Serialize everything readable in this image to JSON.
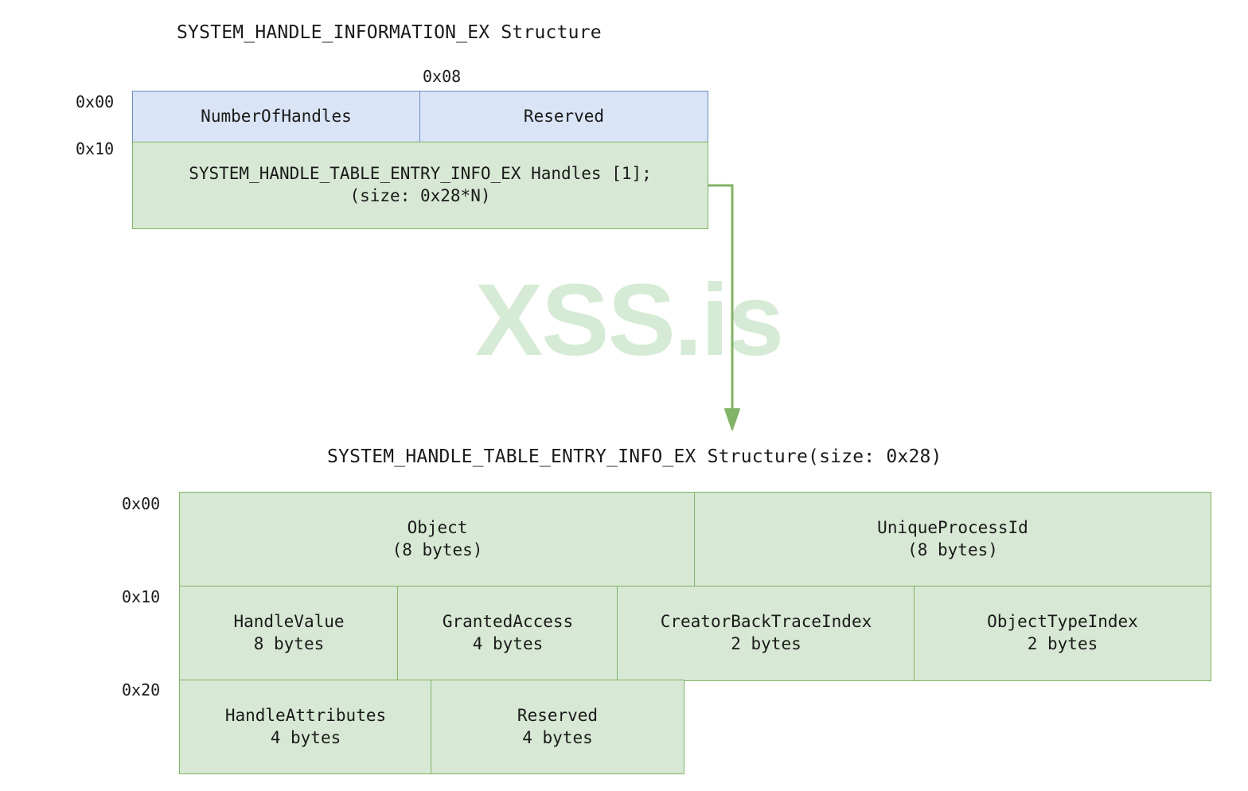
{
  "watermark": {
    "text": "XSS.is",
    "color": "#d6ebd5"
  },
  "palette": {
    "blue_fill": "#dae4f7",
    "blue_stroke": "#6c8ebf",
    "green_fill": "#d7e8d4",
    "green_stroke": "#82b366",
    "text": "#1a1a1a",
    "background": "#ffffff"
  },
  "top_struct": {
    "title": "SYSTEM_HANDLE_INFORMATION_EX Structure",
    "column_offset_label": "0x08",
    "row_offsets": [
      "0x00",
      "0x10"
    ],
    "fields": [
      {
        "name": "NumberOfHandles",
        "sub": "",
        "color": "blue"
      },
      {
        "name": "Reserved",
        "sub": "",
        "color": "blue"
      },
      {
        "name": "SYSTEM_HANDLE_TABLE_ENTRY_INFO_EX Handles [1];",
        "sub": "(size: 0x28*N)",
        "color": "green"
      }
    ]
  },
  "connector": {
    "name": "arrow-down",
    "color": "#82b366"
  },
  "bottom_struct": {
    "title": "SYSTEM_HANDLE_TABLE_ENTRY_INFO_EX Structure(size: 0x28)",
    "row_offsets": [
      "0x00",
      "0x10",
      "0x20"
    ],
    "rows": [
      [
        {
          "name": "Object",
          "sub": "(8 bytes)"
        },
        {
          "name": "UniqueProcessId",
          "sub": "(8 bytes)"
        }
      ],
      [
        {
          "name": "HandleValue",
          "sub": "8 bytes"
        },
        {
          "name": "GrantedAccess",
          "sub": "4 bytes"
        },
        {
          "name": "CreatorBackTraceIndex",
          "sub": "2 bytes"
        },
        {
          "name": "ObjectTypeIndex",
          "sub": "2 bytes"
        }
      ],
      [
        {
          "name": "HandleAttributes",
          "sub": "4 bytes"
        },
        {
          "name": "Reserved",
          "sub": "4 bytes"
        }
      ]
    ]
  }
}
